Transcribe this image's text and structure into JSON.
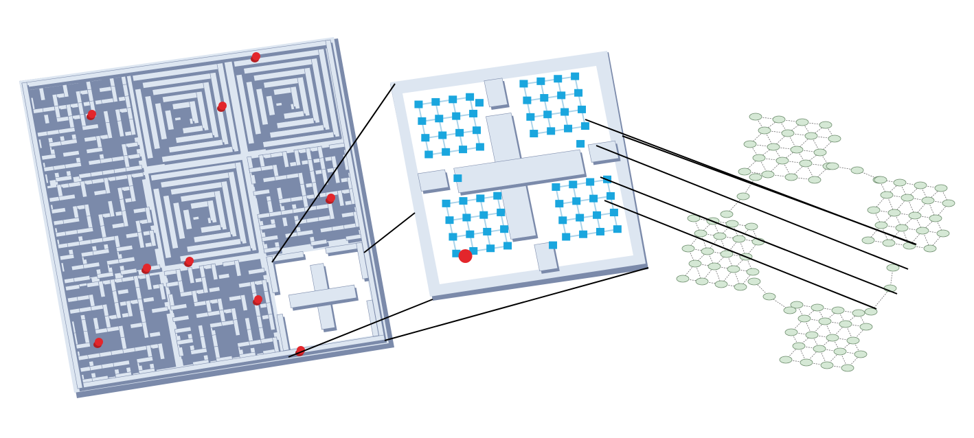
{
  "figure": {
    "panels": [
      {
        "id": "full-maze",
        "description_name": "maze-grid-of-nine-rooms"
      },
      {
        "id": "room-zoom",
        "description_name": "zoomed-room-with-state-grid"
      },
      {
        "id": "state-graph",
        "description_name": "abstract-state-graph"
      }
    ]
  },
  "colors": {
    "wall_top": "#dde6f1",
    "wall_side": "#7b8aaa",
    "wall_dark": "#6a7898",
    "floor": "#ffffff",
    "agent_red": "#e3262b",
    "state_blue": "#1aa6de",
    "state_edge": "#a9d3ea",
    "graph_node_fill": "#d5e8d5",
    "graph_node_stroke": "#6a8a6a",
    "connector": "#000000"
  },
  "icons": {
    "agent": "red-dot-marker",
    "state": "blue-square-marker",
    "node": "green-ellipse-node"
  }
}
